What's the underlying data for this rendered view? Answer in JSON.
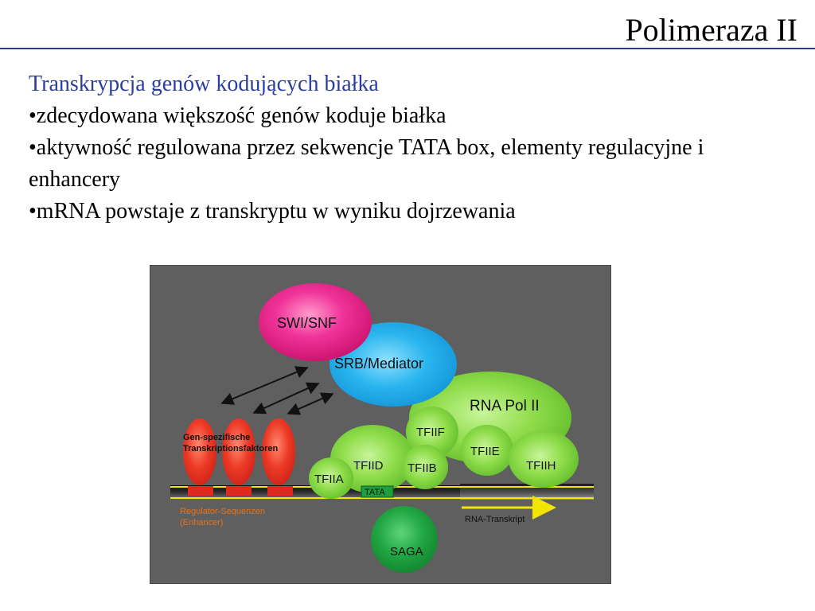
{
  "slide": {
    "title": "Polimeraza II",
    "heading": "Transkrypcja genów kodujących białka",
    "bullets": [
      "•zdecydowana większość genów koduje białka",
      "•aktywność regulowana przez sekwencje TATA box, elementy regulacyjne i enhancery",
      "•mRNA powstaje z transkryptu w wyniku dojrzewania"
    ]
  },
  "diagram": {
    "labels": {
      "swi_snf": "SWI/SNF",
      "srb_mediator": "SRB/Mediator",
      "rna_pol_ii": "RNA Pol II",
      "tfiif": "TFIIF",
      "tfiie": "TFIIE",
      "tfiih": "TFIIH",
      "tfiid": "TFIID",
      "tfiib": "TFIIB",
      "tfiia": "TFIIA",
      "tata": "TATA",
      "saga": "SAGA",
      "gen_spezifische_1": "Gen-spezifische",
      "gen_spezifische_2": "Transkriptionsfaktoren",
      "regulator_1": "Regulator-Sequenzen",
      "regulator_2": "(Enhancer)",
      "rna_transkript": "RNA-Transkript"
    },
    "colors": {
      "background": "#5f5f5f",
      "pink": "#e8187a",
      "blue": "#1ea6e6",
      "green": "#7fd13b",
      "dark_green": "#1e9e3c",
      "red": "#e02820",
      "yellow": "#f2e600",
      "orange": "#e8731a"
    }
  }
}
